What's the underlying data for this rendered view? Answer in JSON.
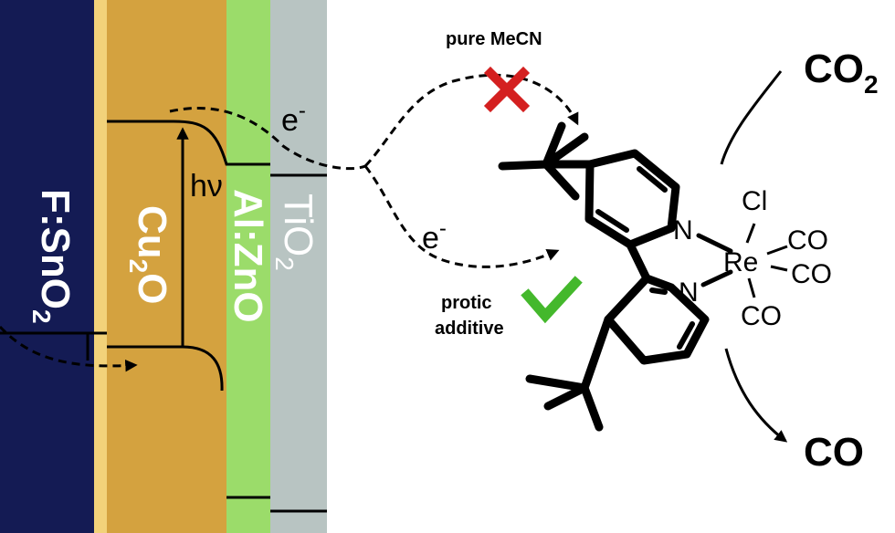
{
  "layers": {
    "fto": {
      "label": "F:SnO",
      "sub": "2",
      "color": "#141b54"
    },
    "cu2o": {
      "label_a": "Cu",
      "sub": "2",
      "label_b": "O",
      "color": "#d4a23f",
      "edge_color": "#f2d27a"
    },
    "azo": {
      "label": "Al:ZnO",
      "color": "#9bdc6a"
    },
    "tio2": {
      "label": "TiO",
      "sub": "2",
      "color": "#b8c4c2"
    }
  },
  "energy": {
    "photon": "hν",
    "electron_top": "e",
    "electron_mid": "e",
    "minus": "-"
  },
  "conditions": {
    "pure": "pure MeCN",
    "protic_line1": "protic",
    "protic_line2": "additive",
    "fail_color": "#d42020",
    "ok_color": "#44b82c"
  },
  "molecule": {
    "n_top": "N",
    "n_bottom": "N",
    "metal": "Re",
    "cl": "Cl",
    "co1": "CO",
    "co2": "CO",
    "co3": "CO"
  },
  "cycle": {
    "reactant_main": "CO",
    "reactant_sub": "2",
    "product": "CO"
  }
}
